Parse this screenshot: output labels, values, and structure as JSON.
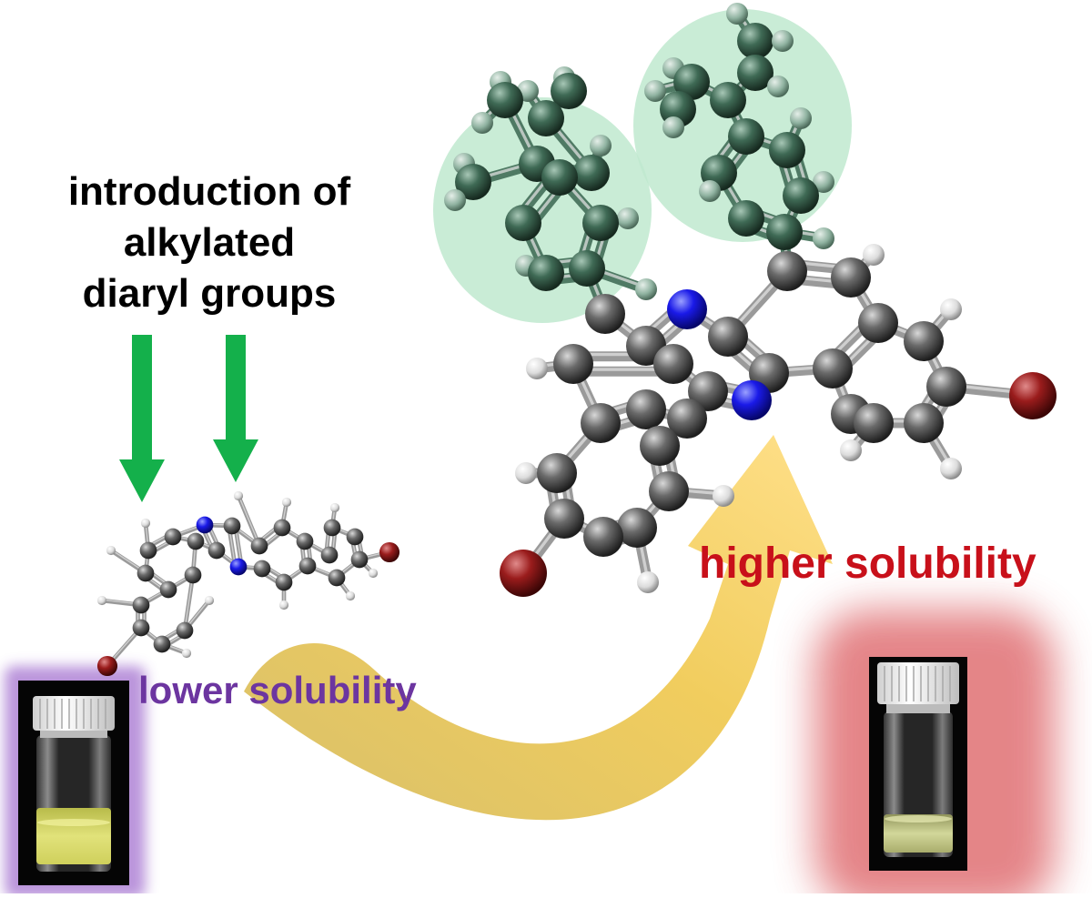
{
  "labels": {
    "intro_line1": "introduction of",
    "intro_line2": "alkylated",
    "intro_line3": "diaryl groups",
    "lower_solubility": "lower solubility",
    "higher_solubility": "higher solubility"
  },
  "colors": {
    "green_arrow": "#14b04b",
    "highlight_green": "#bfe9cf",
    "curve_arrow": "#f2cc5c",
    "lower_text": "#6c35a0",
    "higher_text": "#c8101a",
    "lower_glow": "#c7a8e4",
    "higher_glow": "#e9888a",
    "atom_carbon": "#555555",
    "atom_nitrogen": "#1414e6",
    "atom_bromine": "#8e1a1a",
    "atom_hydrogen": "#e8e8e8",
    "atom_substituent": "#3f6a55"
  },
  "vials": [
    {
      "name": "vial-lower-solubility",
      "liquid": "#d8d96a",
      "sediment": true
    },
    {
      "name": "vial-higher-solubility",
      "liquid": "#c9cf8a",
      "sediment": false
    }
  ]
}
